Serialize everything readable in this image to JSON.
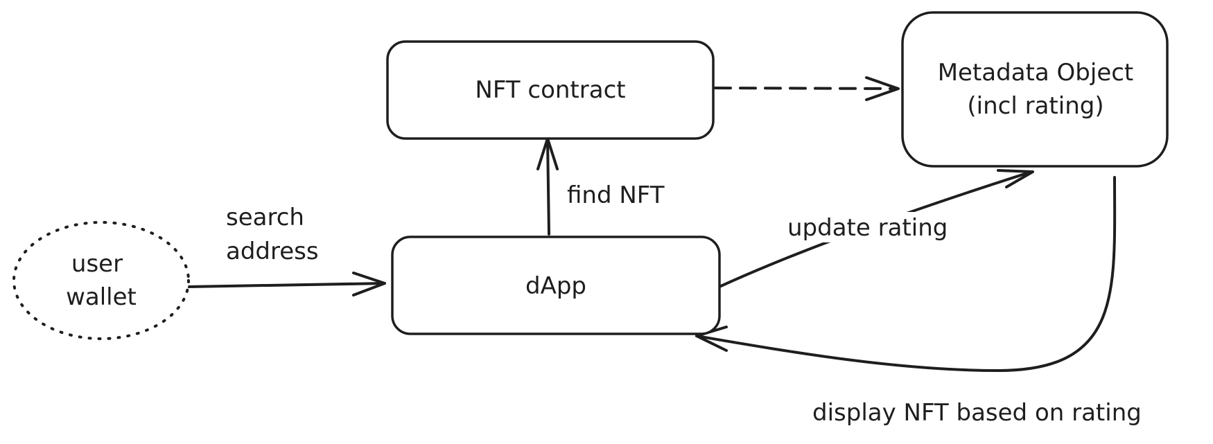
{
  "nodes": {
    "user_wallet": {
      "lines": [
        "user",
        "wallet"
      ]
    },
    "nft_contract": {
      "lines": [
        "NFT contract"
      ]
    },
    "dapp": {
      "lines": [
        "dApp"
      ]
    },
    "metadata_object": {
      "lines": [
        "Metadata Object",
        "(incl rating)"
      ]
    }
  },
  "edges": {
    "search_address": {
      "lines": [
        "search",
        "address"
      ]
    },
    "find_nft": {
      "lines": [
        "find NFT"
      ]
    },
    "update_rating": {
      "lines": [
        "update rating"
      ]
    },
    "display_nft": {
      "lines": [
        "display NFT based on rating"
      ]
    },
    "contract_to_metadata": {
      "style": "dashed"
    }
  },
  "colors": {
    "stroke": "#1e1e1e",
    "background": "#ffffff"
  }
}
